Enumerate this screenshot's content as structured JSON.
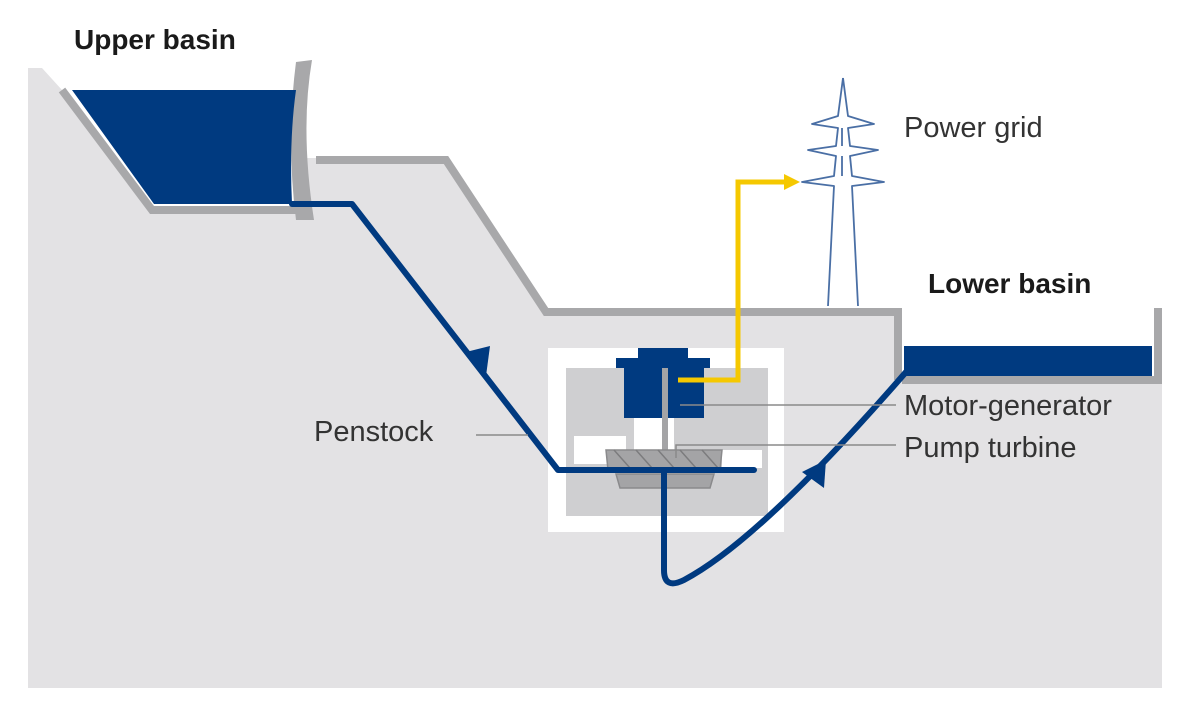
{
  "title": "Pumped-storage hydropower plant",
  "colors": {
    "water": "#003a80",
    "ground": "#e3e2e4",
    "ground_outline": "#a8a8aa",
    "powerhouse_frame": "#ffffff",
    "powerhouse_inner": "#cfcfd1",
    "electric_line": "#f5c800",
    "pylon": "#4a6fa5",
    "turbine": "#a4a4a6",
    "leader_line": "#8a8a8a"
  },
  "labels": {
    "upper_basin": "Upper basin",
    "lower_basin": "Lower basin",
    "power_grid": "Power grid",
    "penstock": "Penstock",
    "motor_generator": "Motor-generator",
    "pump_turbine": "Pump turbine"
  },
  "flows": {
    "penstock_direction": "down (upper basin to turbine)",
    "tailrace_direction": "up (turbine to lower basin)",
    "electricity_direction": "motor-generator to power grid"
  }
}
